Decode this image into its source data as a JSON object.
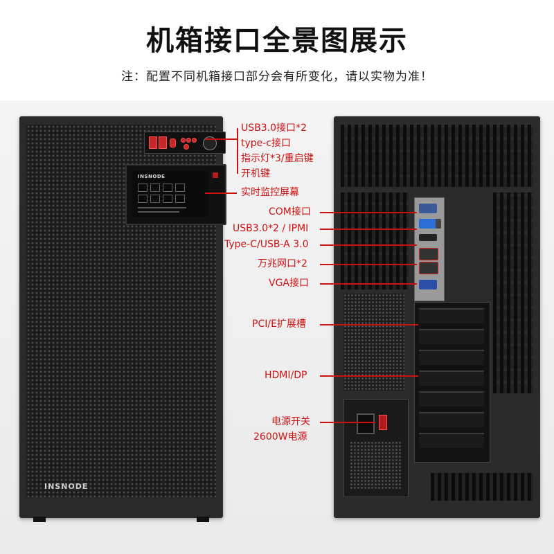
{
  "header": {
    "title": "机箱接口全景图展示",
    "subtitle": "注：配置不同机箱接口部分会有所变化，请以实物为准！"
  },
  "front": {
    "brand": "INSNODE",
    "annotations": [
      "USB3.0接口*2",
      "type-c接口",
      "指示灯*3/重启键",
      "开机键",
      "实时监控屏幕"
    ]
  },
  "back": {
    "annotations": [
      "COM接口",
      "USB3.0*2 / IPMI",
      "Type-C/USB-A 3.0",
      "万兆网口*2",
      "VGA接口",
      "PCI/E扩展槽",
      "HDMI/DP",
      "电源开关",
      "2600W电源"
    ]
  },
  "colors": {
    "annotation": "#cc1111",
    "case": "#2a2a2a",
    "title": "#111111"
  }
}
